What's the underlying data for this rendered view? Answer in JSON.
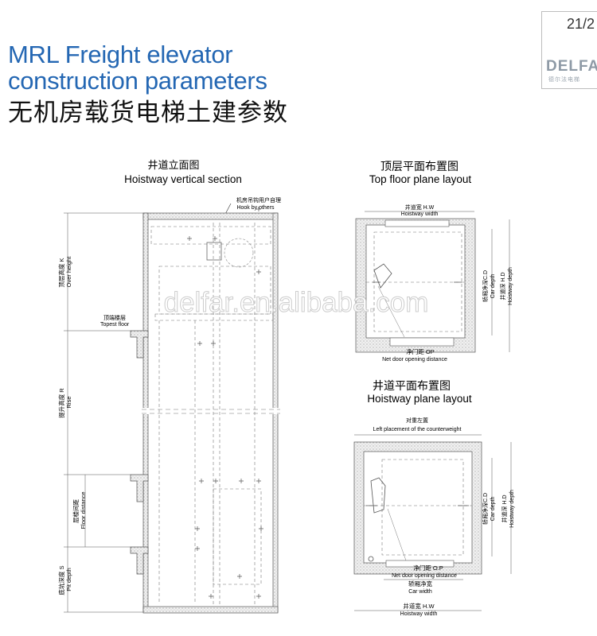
{
  "header": {
    "title_en_line1": "MRL Freight elevator",
    "title_en_line2": "construction parameters",
    "title_cn": "无机房载货电梯土建参数",
    "page_number": "21/2",
    "logo_text": "DELFA",
    "logo_sub": "德尔法电梯"
  },
  "watermark": "delfar.en.alibaba.com",
  "section_view": {
    "title_cn": "井道立面图",
    "title_en": "Hoistway vertical section",
    "hook_cn": "机房吊钩用户自理",
    "hook_en": "Hook by others",
    "over_height": "顶层高度 K\nOver height",
    "topest_floor_cn": "顶端楼层",
    "topest_floor_en": "Topest floor",
    "rise": "提升高度 R\nRise",
    "floor_distance": "层楼间距\nFloor distance",
    "pit_depth": "底坑深度 S\nPit depth"
  },
  "top_plan": {
    "title_cn": "顶层平面布置图",
    "title_en": "Top floor plane layout",
    "hoistway_width_cn": "井道宽 H.W",
    "hoistway_width_en": "Hoistway width",
    "car_depth": "轿厢净深C.D\nCar depth",
    "hoistway_depth": "井道深 H.D\nHoistway depth",
    "door_opening_cn": "净门距 OP",
    "door_opening_en": "Net door opening distance"
  },
  "hoistway_plan": {
    "title_cn": "井道平面布置图",
    "title_en": "Hoistway plane layout",
    "counterweight_cn": "对重左置",
    "counterweight_en": "Left placement of the counterweight",
    "car_depth": "轿厢净深C.D\nCar depth",
    "hoistway_depth": "井道深 H.D\nHoistway depth",
    "door_opening_cn": "净门距 O.P",
    "door_opening_en": "Net door opening distance",
    "car_width_cn": "轿厢净宽",
    "car_width_en": "Car width",
    "hoistway_width_cn": "井道宽 H.W",
    "hoistway_width_en": "Hoistway width"
  }
}
